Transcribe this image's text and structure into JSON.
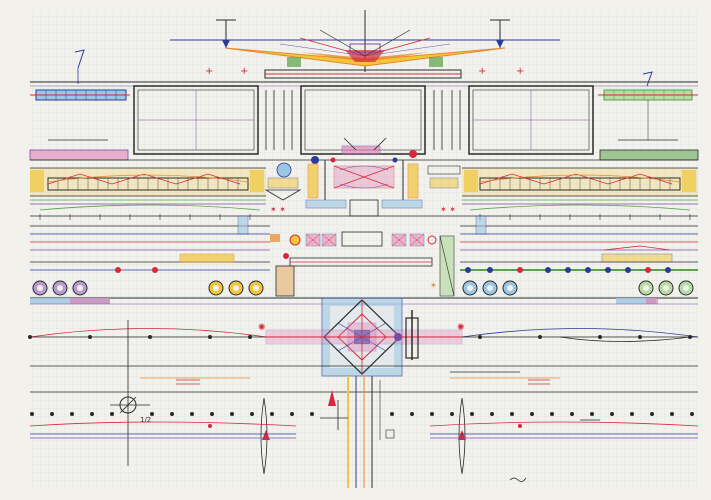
{
  "artwork": {
    "paper_color": "#f3f1ec",
    "grid_color": "#bcd3d6",
    "ink_color": "#2a2a2a",
    "palette": {
      "red": "#d8283a",
      "blue": "#2b3a9c",
      "yellow": "#f1c63a",
      "orange": "#e9872a",
      "green": "#5aa14b",
      "purple": "#7a4aa8",
      "pink": "#e07ab0",
      "light_blue": "#9cc7e4"
    },
    "handwritten_marks": [
      "7",
      "7",
      "1/2"
    ]
  }
}
